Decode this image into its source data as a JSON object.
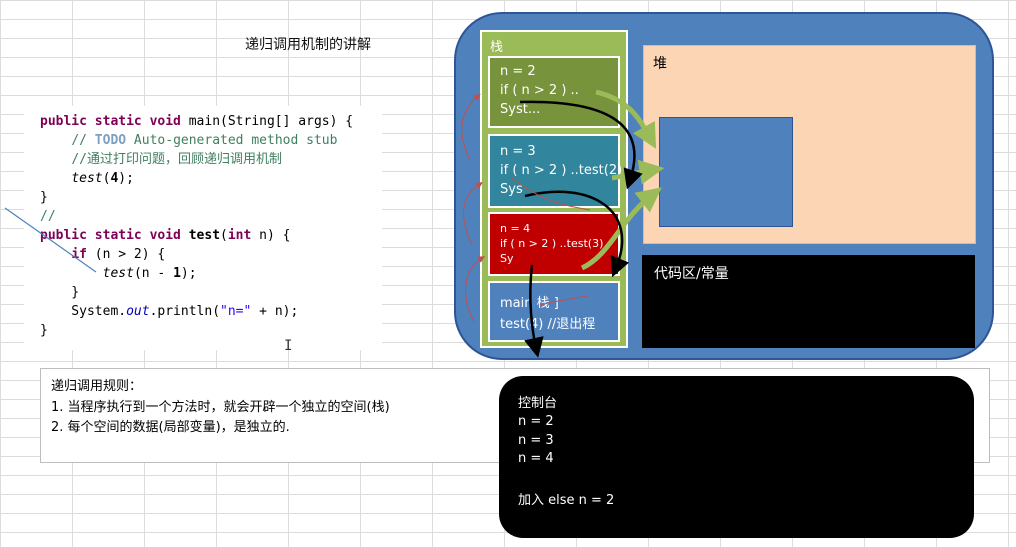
{
  "title": "递归调用机制的讲解",
  "code_lines": [
    "public static void main(String[] args) {",
    "    // TODO Auto-generated method stub",
    "    //通过打印问题，回顾递归调用机制",
    "    test(4);",
    "}",
    "//",
    "public static void test(int n) {",
    "    if (n > 2) {",
    "        test(n - 1);",
    "    }",
    "    System.out.println(\"n=\" + n);",
    "}"
  ],
  "rules": {
    "heading": "递归调用规则：",
    "items": [
      "1. 当程序执行到一个方法时，就会开辟一个独立的空间(栈)",
      "2. 每个空间的数据(局部变量)，是独立的."
    ]
  },
  "memory": {
    "stack_label": "栈",
    "frames": [
      {
        "lines": [
          "n  = 2",
          "if ( n > 2 ) ..",
          "Syst..."
        ]
      },
      {
        "lines": [
          "n  = 3",
          "if ( n > 2 ) ..test(2)",
          "Sys"
        ]
      },
      {
        "lines": [
          "n  = 4",
          "if ( n > 2 ) ..test(3)",
          "Sy"
        ]
      },
      {
        "lines": [
          "main  栈 ]",
          "test(4) //退出程"
        ]
      }
    ],
    "heap_label": "堆",
    "code_area_label": "代码区/常量"
  },
  "console": {
    "title": "控制台",
    "lines": [
      "n = 2",
      "n = 3",
      "n = 4",
      "",
      "加入 else   n = 2"
    ]
  },
  "colors": {
    "memory_bg": "#4f81bd",
    "stack_bg": "#9bbb59",
    "frame1": "#77933c",
    "frame2": "#31859c",
    "frame3": "#c00000",
    "frame4": "#4f81bd",
    "heap_bg": "#fcd5b5",
    "console_bg": "#000000"
  }
}
